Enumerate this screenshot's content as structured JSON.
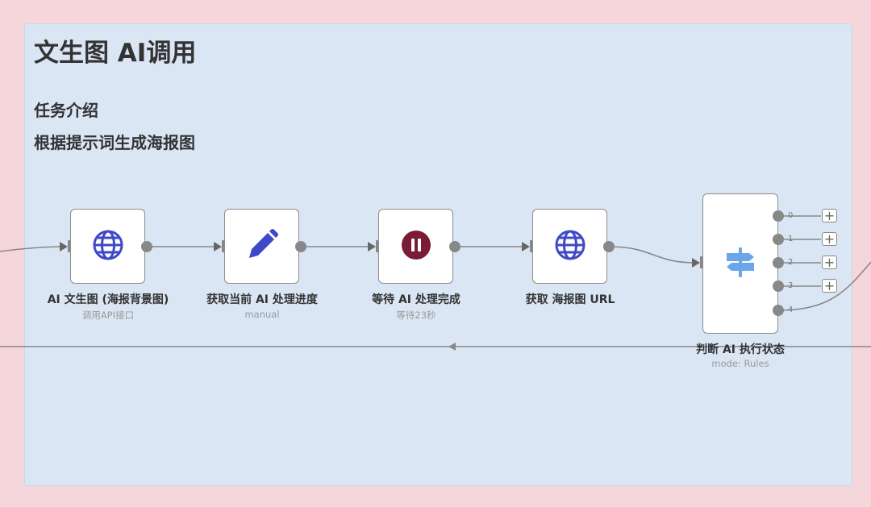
{
  "sticky": {
    "title": "文生图 AI调用",
    "task_heading": "任务介绍",
    "task_description": "根据提示词生成海报图"
  },
  "nodes": [
    {
      "label": "AI 文生图 (海报背景图)",
      "subtitle": "调用API接口",
      "icon": "globe-icon"
    },
    {
      "label": "获取当前 AI 处理进度",
      "subtitle": "manual",
      "icon": "pencil-icon"
    },
    {
      "label": "等待 AI 处理完成",
      "subtitle": "等待23秒",
      "icon": "pause-icon"
    },
    {
      "label": "获取 海报图 URL",
      "subtitle": "",
      "icon": "globe-icon"
    },
    {
      "label": "判断 AI 执行状态",
      "subtitle": "mode: Rules",
      "icon": "signpost-icon"
    }
  ],
  "switch_outputs": [
    "0",
    "1",
    "2",
    "3",
    "4"
  ],
  "add_button_symbol": "+",
  "colors": {
    "canvas_bg": "#f5d6db",
    "sticky_bg": "#dbe6f5",
    "icon_blue": "#3f48c9",
    "pause_red": "#7a1c35",
    "signpost_blue": "#6aa6e8",
    "connector": "#888888"
  }
}
